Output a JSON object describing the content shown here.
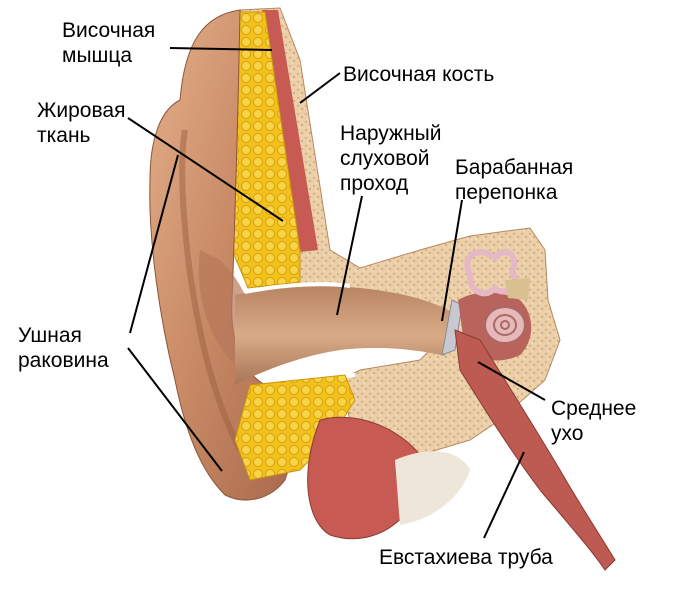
{
  "labels": {
    "temporal_muscle": "Височная\nмышца",
    "temporal_bone": "Височная кость",
    "fat_tissue": "Жировая\nткань",
    "ear_canal": "Наружный\nслуховой\nпроход",
    "eardrum": "Барабанная\nперепонка",
    "auricle": "Ушная\nраковина",
    "middle_ear": "Среднее\nухо",
    "eustachian_tube": "Евстахиева труба"
  },
  "colors": {
    "skin": "#d9a078",
    "skin_shadow": "#b87555",
    "bone": "#e8c9a0",
    "fat": "#f0c020",
    "muscle": "#c0504a",
    "tube": "#b85048",
    "canal": "#cf9a72"
  }
}
